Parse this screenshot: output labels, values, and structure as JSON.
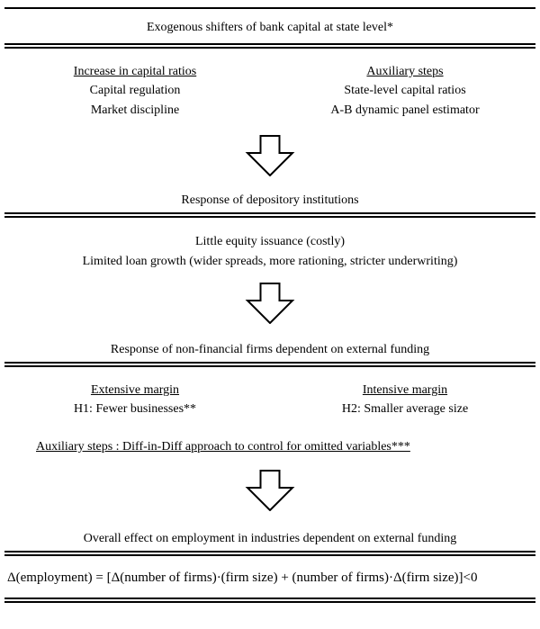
{
  "colors": {
    "text": "#000000",
    "background": "#ffffff",
    "rule": "#000000"
  },
  "icons": {
    "down_arrow": "down-block-arrow"
  },
  "diagram": {
    "top_section": {
      "title": "Exogenous shifters of bank capital at state level*"
    },
    "stage1": {
      "left": {
        "heading": "Increase in capital ratios",
        "items": [
          "Capital regulation",
          "Market discipline"
        ]
      },
      "right": {
        "heading": "Auxiliary steps",
        "items": [
          "State-level capital ratios",
          "A-B dynamic panel estimator"
        ]
      }
    },
    "stage2": {
      "title": "Response of depository institutions",
      "lines": [
        "Little equity issuance (costly)",
        "Limited loan growth (wider spreads, more rationing, stricter underwriting)"
      ]
    },
    "stage3": {
      "title": "Response of non-financial firms dependent on external funding",
      "left": {
        "heading": "Extensive margin",
        "items": [
          "H1: Fewer businesses**"
        ]
      },
      "right": {
        "heading": "Intensive margin",
        "items": [
          "H2: Smaller average size"
        ]
      },
      "auxiliary": "Auxiliary steps : Diff-in-Diff approach to control for omitted variables***"
    },
    "stage4": {
      "title": "Overall effect on employment in industries dependent on external funding",
      "formula": "Δ(employment) = [Δ(number of firms)·(firm size) + (number of firms)·Δ(firm size)]<0"
    }
  }
}
